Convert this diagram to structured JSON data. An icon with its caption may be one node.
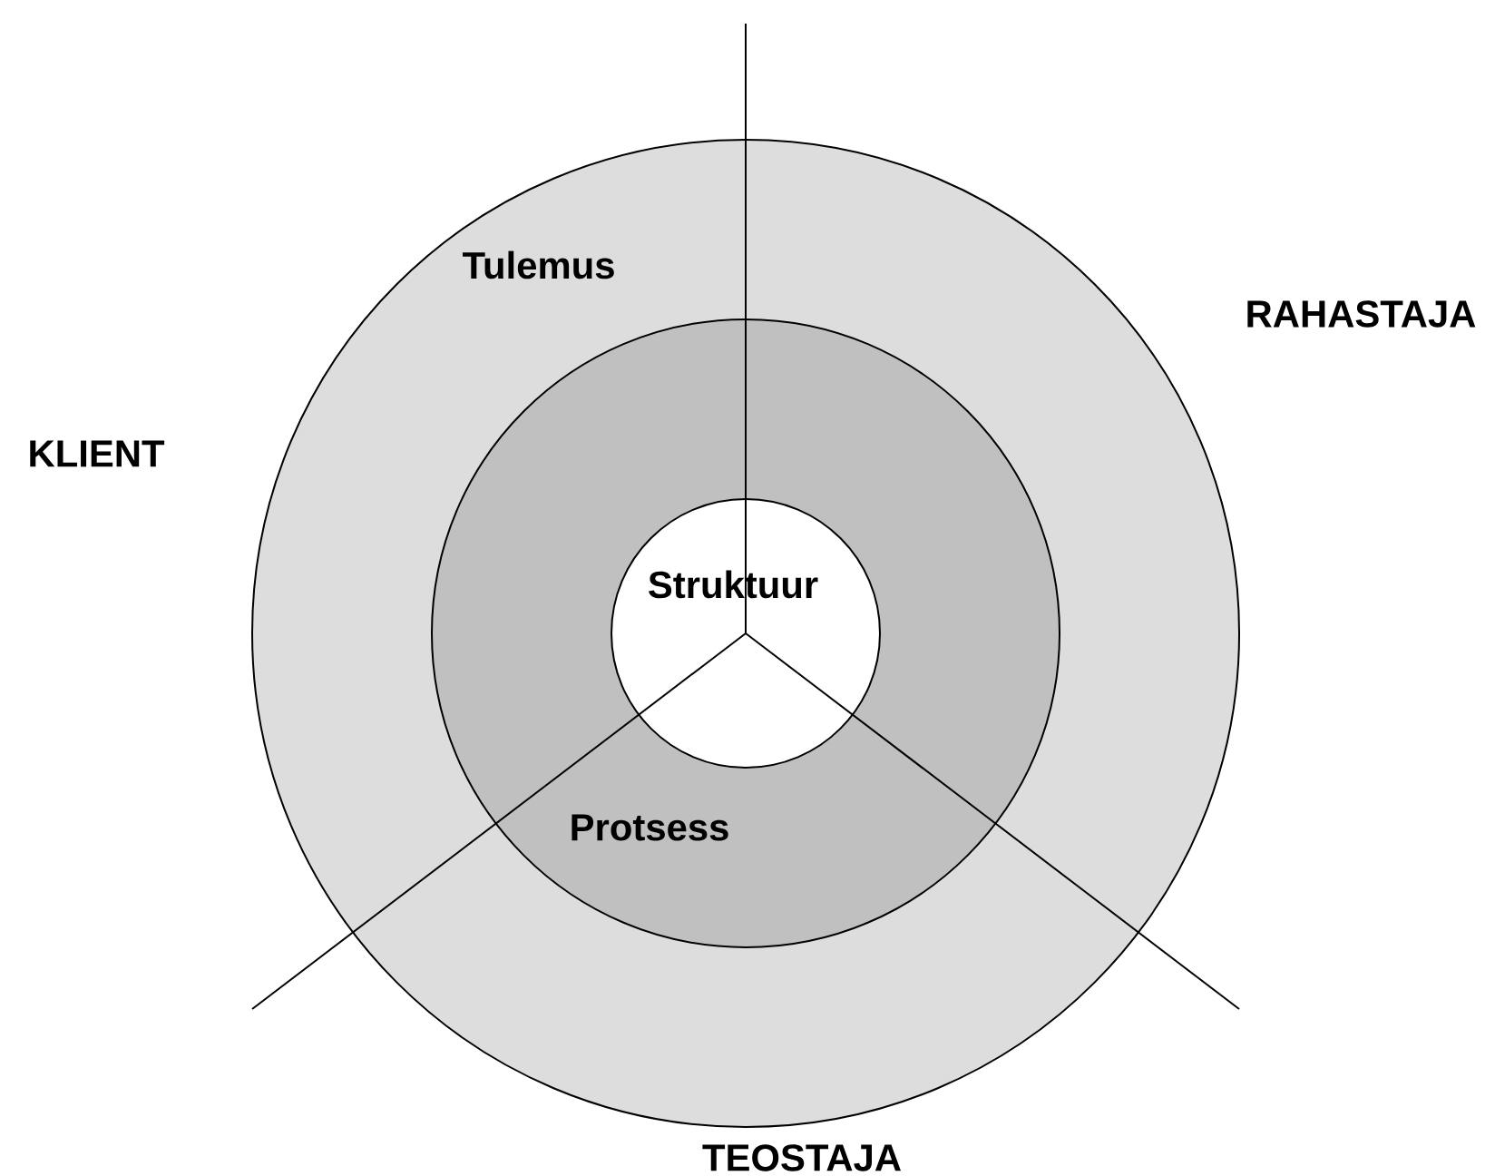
{
  "diagram": {
    "nodes": [
      {
        "text": [
          "Tulemus"
        ]
      },
      {
        "text": [
          "Protsess"
        ],
        "in": 0
      },
      {
        "text": [
          "Struktuur"
        ],
        "in": 1
      }
    ],
    "labels": [
      "RAHASTAJA",
      "KLIENT",
      "TEOSTAJA"
    ]
  }
}
